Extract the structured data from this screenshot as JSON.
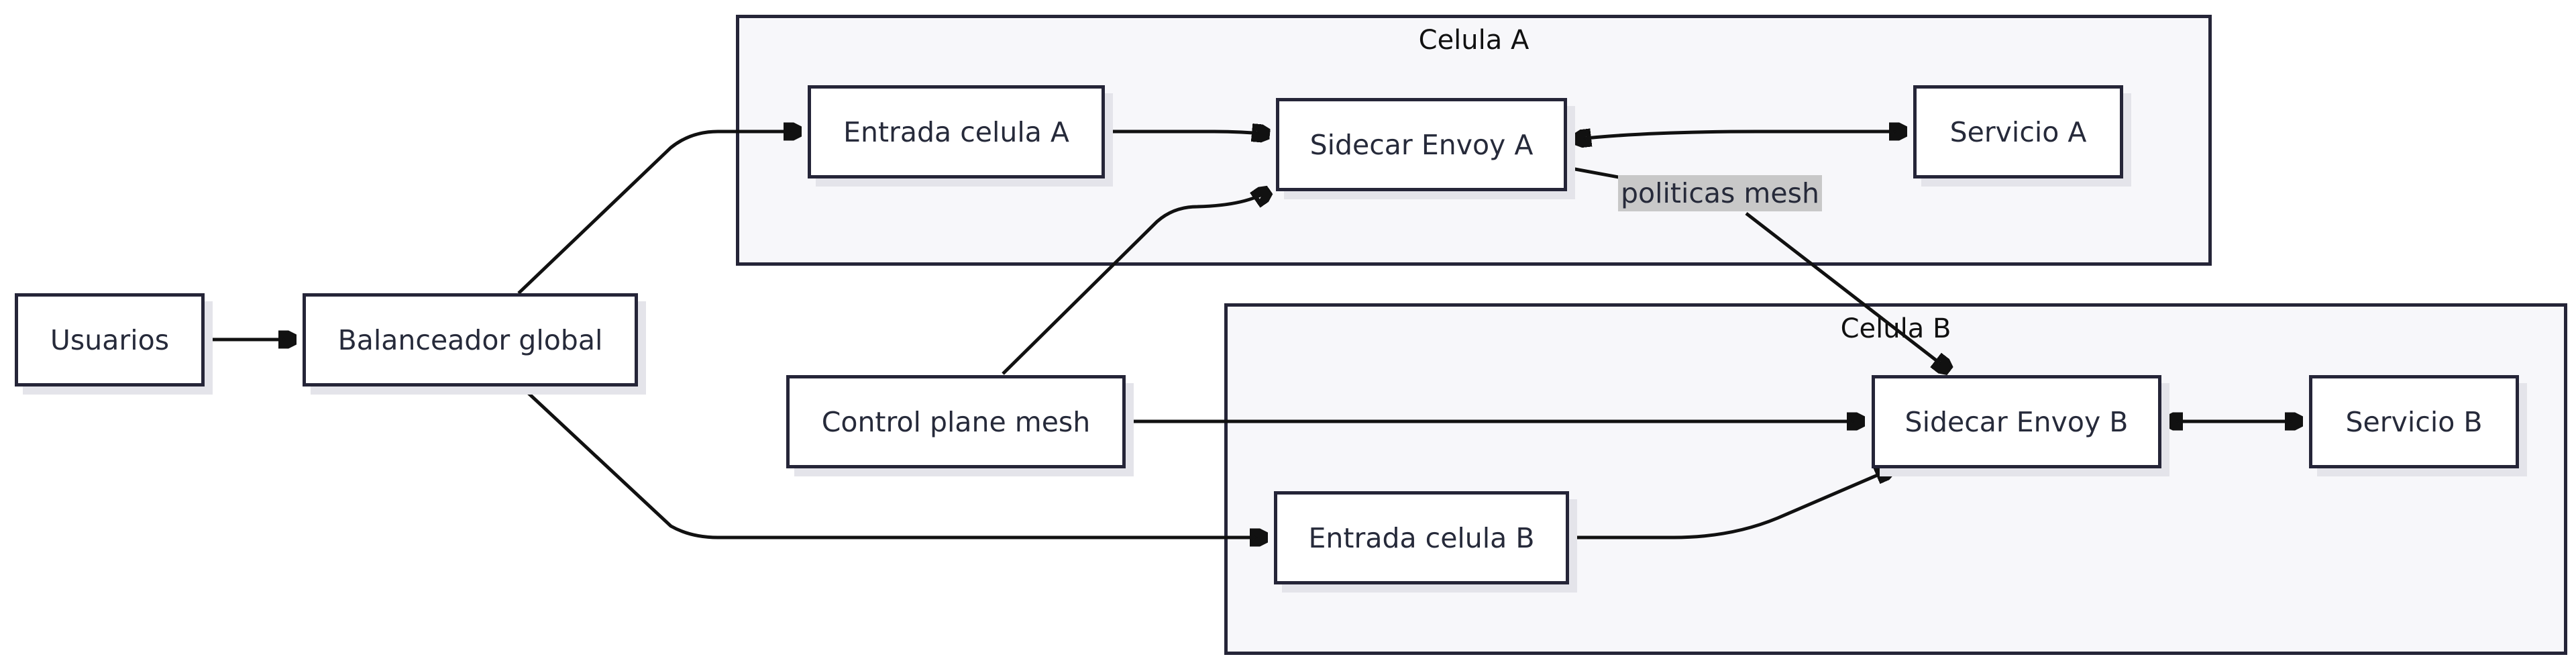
{
  "diagram": {
    "clusters": {
      "cell_a": {
        "title": "Celula A"
      },
      "cell_b": {
        "title": "Celula B"
      }
    },
    "nodes": {
      "usuarios": "Usuarios",
      "balanceador": "Balanceador global",
      "control_plane": "Control plane mesh",
      "entrada_a": "Entrada celula A",
      "sidecar_a": "Sidecar Envoy A",
      "servicio_a": "Servicio A",
      "entrada_b": "Entrada celula B",
      "sidecar_b": "Sidecar Envoy B",
      "servicio_b": "Servicio B"
    },
    "edge_labels": {
      "mesh_policies": "politicas mesh"
    },
    "colors": {
      "stroke": "#252538",
      "cluster_fill": "#f7f7fa",
      "node_fill": "#ffffff",
      "label_fill": "#c8c8c8"
    }
  }
}
